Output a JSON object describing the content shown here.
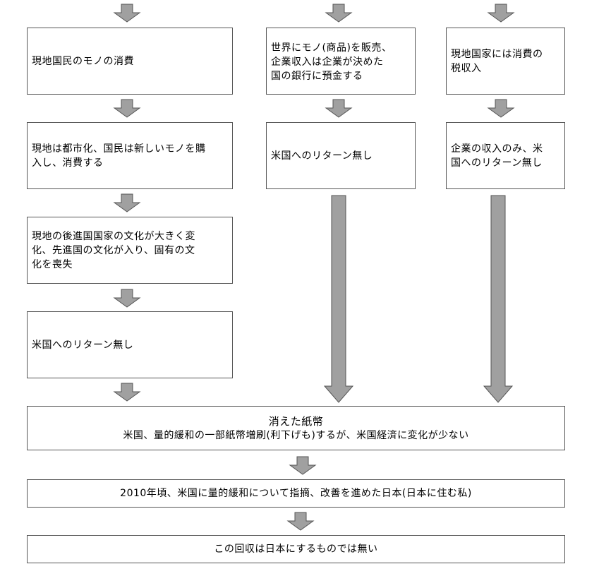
{
  "col1": {
    "box1": "現地国民のモノの消費",
    "box2": "現地は都市化、国民は新しいモノを購\n入し、消費する",
    "box3": "現地の後進国国家の文化が大きく変\n化、先進国の文化が入り、固有の文\n化を喪失",
    "box4": "米国へのリターン無し"
  },
  "col2": {
    "box1": "世界にモノ(商品)を販売、\n企業収入は企業が決めた\n国の銀行に預金する",
    "box2": "米国へのリターン無し"
  },
  "col3": {
    "box1": "現地国家には消費の\n税収入",
    "box2": "企業の収入のみ、米\n国へのリターン無し"
  },
  "bottom": {
    "vanished_title": "消えた紙幣",
    "vanished_text": "米国、量的緩和の一部紙幣増刷(利下げも)するが、米国経済に変化が少ない",
    "japan_text": "2010年頃、米国に量的緩和について指摘、改善を進めた日本(日本に住む私)",
    "final_text": "この回収は日本にするものでは無い"
  },
  "colors": {
    "arrow_fill": "#a0a0a0",
    "arrow_stroke": "#555555",
    "box_border": "#555555"
  }
}
